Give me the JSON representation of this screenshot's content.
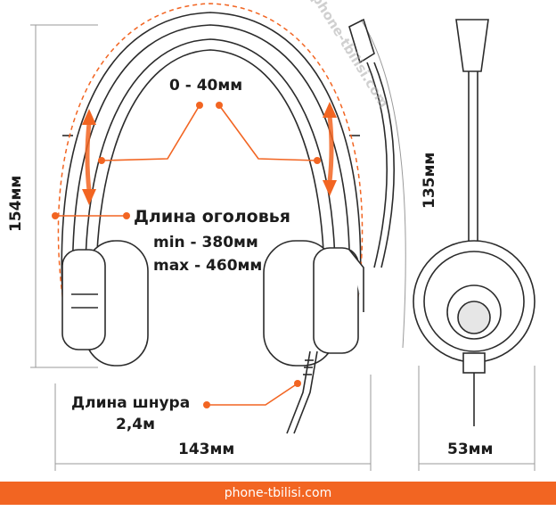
{
  "labels": {
    "adjust_range": "0 - 40мм",
    "headband_title": "Длина оголовья",
    "headband_min": "min  - 380мм",
    "headband_max": "max - 460мм",
    "cable_line1": "Длина шнура",
    "cable_line2": "2,4м",
    "height": "154мм",
    "width": "143мм",
    "mic_length": "135мм",
    "depth": "53мм"
  },
  "footer": {
    "site": "phone-tbilisi.com"
  },
  "watermark": {
    "text": "phone-tbilisi.com"
  },
  "colors": {
    "accent": "#f26522",
    "line": "#2b2b2b",
    "dim": "#9a9a9a",
    "footer_text": "#ffffff"
  }
}
